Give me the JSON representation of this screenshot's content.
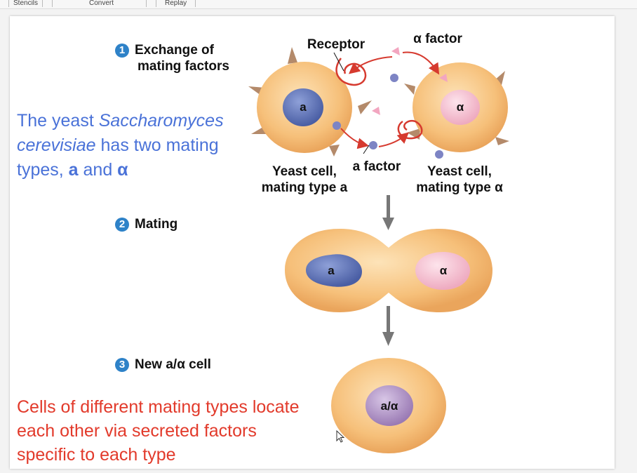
{
  "toolbar": {
    "items": [
      "Stencils",
      "Convert",
      "Replay"
    ]
  },
  "steps": [
    {
      "num": "1",
      "line1": "Exchange of",
      "line2": "mating factors"
    },
    {
      "num": "2",
      "label": "Mating"
    },
    {
      "num": "3",
      "label": "New a/α cell"
    }
  ],
  "notes": {
    "blue_pre": "The yeast ",
    "blue_species": "Saccharomyces cerevisiae",
    "blue_mid": " has two mating types, ",
    "blue_a": "a",
    "blue_and": " and ",
    "blue_alpha": "α",
    "red": "Cells of different mating types locate each other via secreted factors specific to each type"
  },
  "diagram": {
    "receptor": "Receptor",
    "alpha_factor": "α factor",
    "a_factor": "a factor",
    "cell_a_line1": "Yeast cell,",
    "cell_a_line2": "mating type a",
    "cell_alpha_line1": "Yeast cell,",
    "cell_alpha_line2": "mating type α",
    "nucleus_a": "a",
    "nucleus_alpha": "α",
    "nucleus_diploid": "a/α"
  },
  "colors": {
    "title_blue": "#4a72d8",
    "note_red": "#e23a2b",
    "step_circle": "#2e82c8",
    "cell": "#f6c07a",
    "nucleus_a": "#5a6fb0",
    "nucleus_alpha": "#f4bfd0",
    "nucleus_diploid": "#a98cc0",
    "annotation": "#d63a2f"
  }
}
